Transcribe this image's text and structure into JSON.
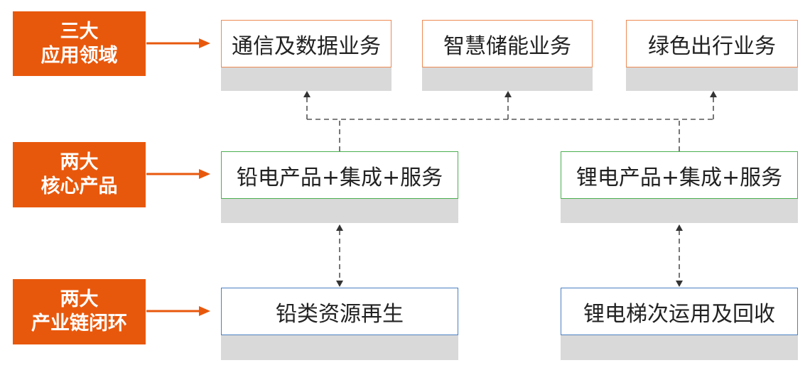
{
  "labels": [
    {
      "line1": "三大",
      "line2": "应用领域"
    },
    {
      "line1": "两大",
      "line2": "核心产品"
    },
    {
      "line1": "两大",
      "line2": "产业链闭环"
    }
  ],
  "applications": [
    "通信及数据业务",
    "智慧储能业务",
    "绿色出行业务"
  ],
  "products": [
    "铅电产品+集成+服务",
    "锂电产品+集成+服务"
  ],
  "loops": [
    "铅类资源再生",
    "锂电梯次运用及回收"
  ],
  "colors": {
    "label_bg": "#e8580c",
    "app_border": "#ee8a54",
    "product_border": "#4caf50",
    "loop_border": "#4a7fc1",
    "shadow": "#d9d9d9",
    "connector": "#555555"
  }
}
